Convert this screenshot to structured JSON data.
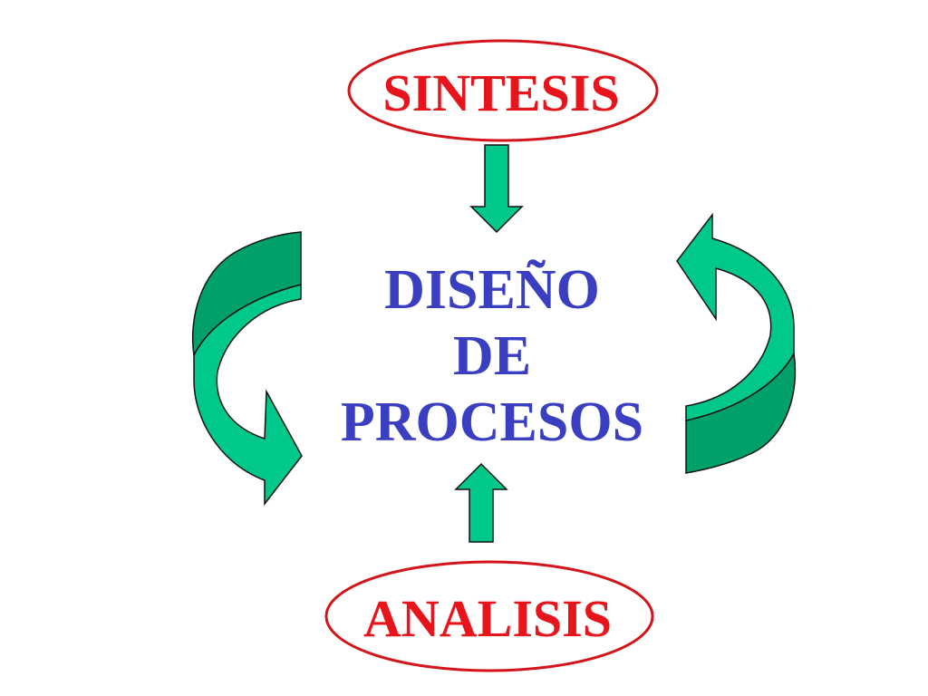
{
  "diagram": {
    "top_node": {
      "label": "SINTESIS"
    },
    "bottom_node": {
      "label": "ANALISIS"
    },
    "center": {
      "line1": "DISEÑO",
      "line2": "DE",
      "line3": "PROCESOS"
    }
  },
  "colors": {
    "node_text": "#e8141b",
    "node_border": "#d4141b",
    "center_text": "#3a3ec0",
    "arrow_fill": "#00c88a",
    "arrow_fill_shadow": "#00a06a",
    "arrow_stroke": "#111111"
  }
}
